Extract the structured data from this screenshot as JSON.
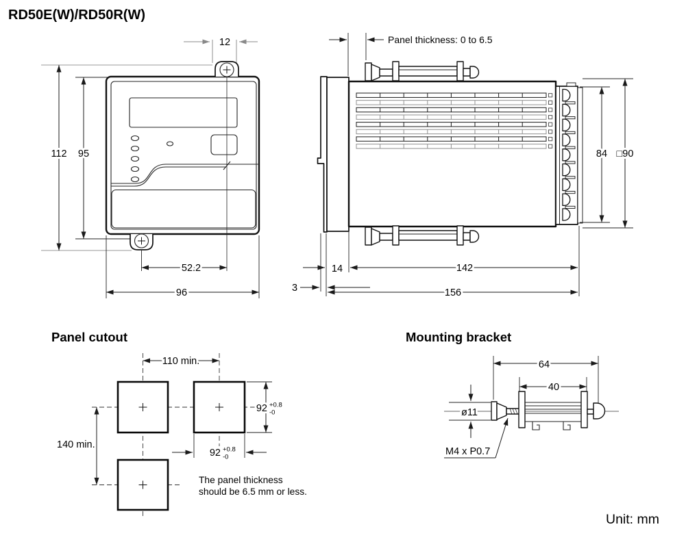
{
  "title": "RD50E(W)/RD50R(W)",
  "unit_label": "Unit: mm",
  "front_view": {
    "dim_screw_width": "12",
    "dim_height_overall": "112",
    "dim_height_case": "95",
    "dim_screw_spacing": "52.2",
    "dim_width": "96"
  },
  "side_view": {
    "panel_thickness_note": "Panel thickness: 0 to 6.5",
    "dim_terminal_height": "84",
    "dim_face_square": "□90",
    "dim_bezel_depth": "14",
    "dim_body_depth": "142",
    "dim_front_lip": "3",
    "dim_total_depth": "156"
  },
  "panel_cutout": {
    "heading": "Panel cutout",
    "dim_horizontal_pitch": "110 min.",
    "dim_vertical_pitch": "140 min.",
    "cutout_size": "92",
    "tolerance_plus": "+0.8",
    "tolerance_minus": "-0",
    "note_line1": "The panel thickness",
    "note_line2": "should be 6.5 mm or less."
  },
  "mounting_bracket": {
    "heading": "Mounting bracket",
    "dim_overall_length": "64",
    "dim_body_length": "40",
    "dim_head_diameter": "ø11",
    "thread_spec": "M4 x P0.7"
  }
}
